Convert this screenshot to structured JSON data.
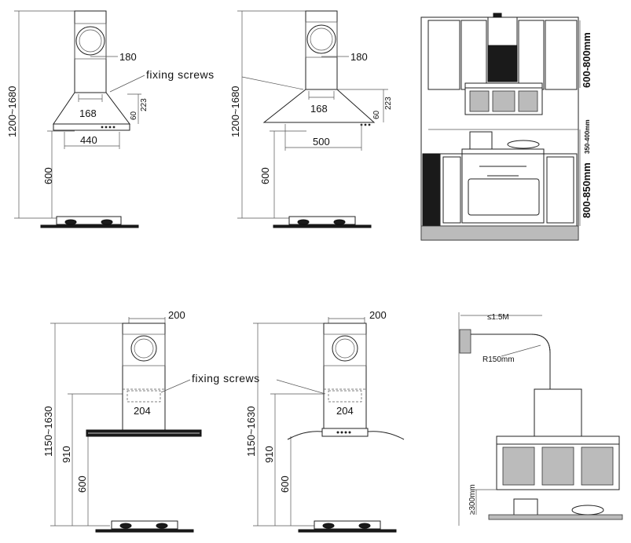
{
  "diagram1": {
    "height_range": "1200~1680",
    "duct_width": "180",
    "fixing_label": "fixing screws",
    "bracket_width": "168",
    "dim_60": "60",
    "dim_223": "223",
    "hood_width": "440",
    "clearance": "600"
  },
  "diagram2": {
    "height_range": "1200~1680",
    "duct_width": "180",
    "bracket_width": "168",
    "dim_60": "60",
    "dim_223": "223",
    "hood_width": "500",
    "clearance": "600"
  },
  "diagram3": {
    "upper_range": "600-800mm",
    "middle_range": "350-400mm",
    "lower_range": "800-850mm"
  },
  "diagram4": {
    "duct_width": "200",
    "fixing_label": "fixing screws",
    "bracket_width": "204",
    "height_range": "1150~1630",
    "dim_910": "910",
    "clearance": "600"
  },
  "diagram5": {
    "duct_width": "200",
    "bracket_width": "204",
    "height_range": "1150~1630",
    "dim_910": "910",
    "clearance": "600"
  },
  "diagram6": {
    "duct_length": "≤1.5M",
    "bend_radius": "R150mm",
    "min_height": "≥300mm"
  }
}
